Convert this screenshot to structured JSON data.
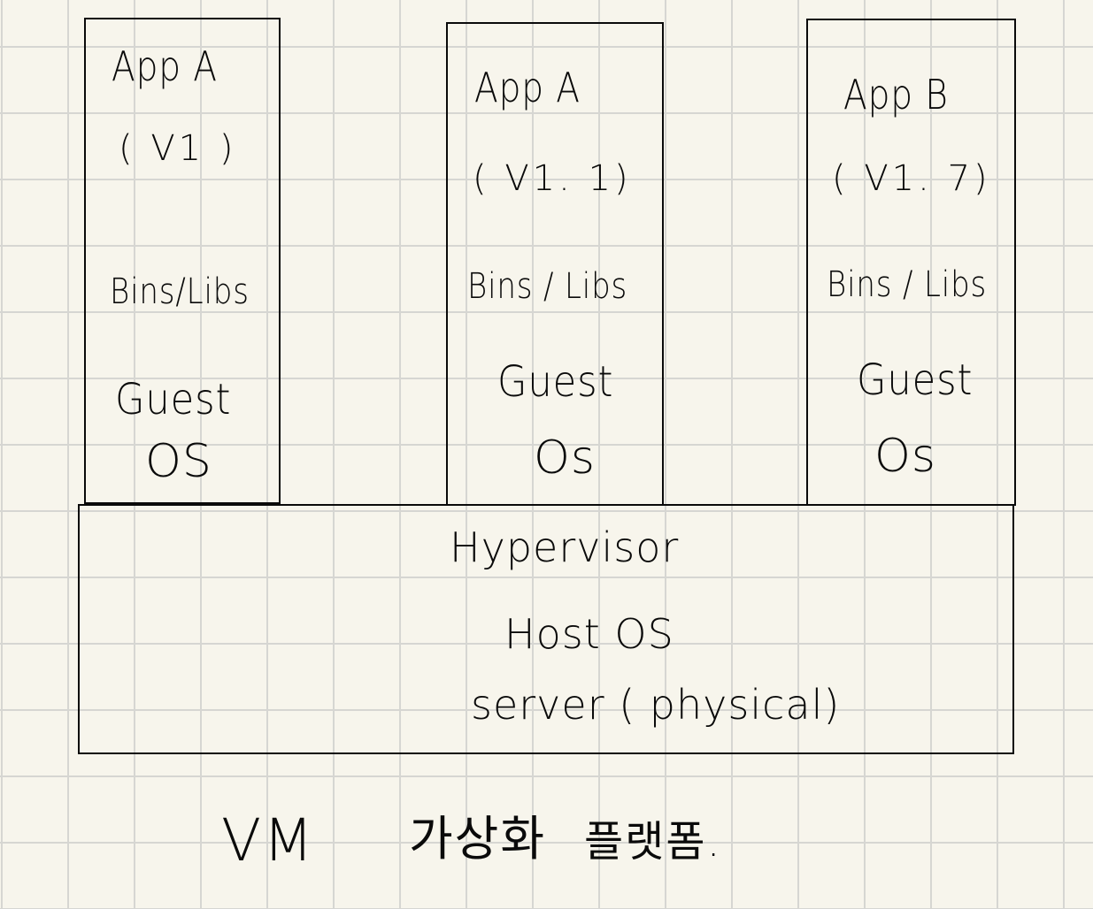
{
  "vms": [
    {
      "app": "App  A",
      "version": "( V1 )",
      "bins": "Bins/Libs",
      "guest": "Guest",
      "os": "OS"
    },
    {
      "app": "App  A",
      "version": "( V1. 1)",
      "bins": "Bins / Libs",
      "guest": "Guest",
      "os": "Os"
    },
    {
      "app": "App  B",
      "version": "( V1. 7)",
      "bins": "Bins / Libs",
      "guest": "Guest",
      "os": "Os"
    }
  ],
  "host": {
    "hypervisor": "Hypervisor",
    "host_os": "Host   OS",
    "server": "server (  physical)"
  },
  "caption": {
    "vm": "VM",
    "korean1": "가상화",
    "korean2": "플랫폼."
  }
}
